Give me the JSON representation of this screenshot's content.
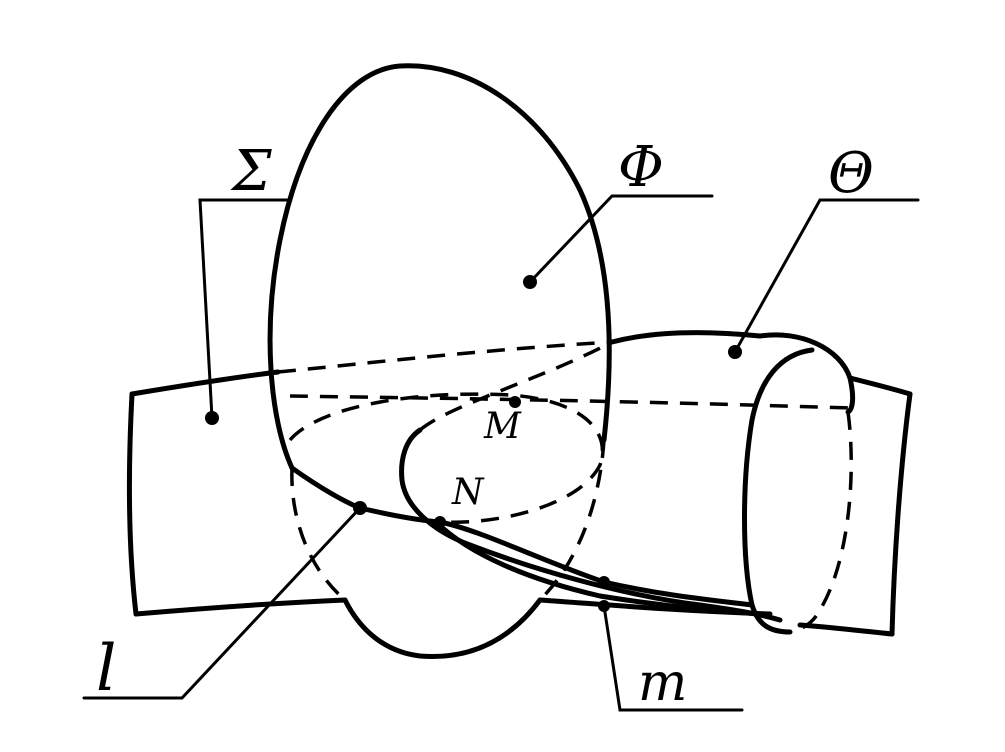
{
  "labels": {
    "sigma": "Σ",
    "phi": "Φ",
    "theta": "Θ",
    "m_point": "M",
    "n_point": "N",
    "l_line": "l",
    "m_line": "m"
  },
  "colors": {
    "stroke": "#000000",
    "background": "#ffffff"
  }
}
